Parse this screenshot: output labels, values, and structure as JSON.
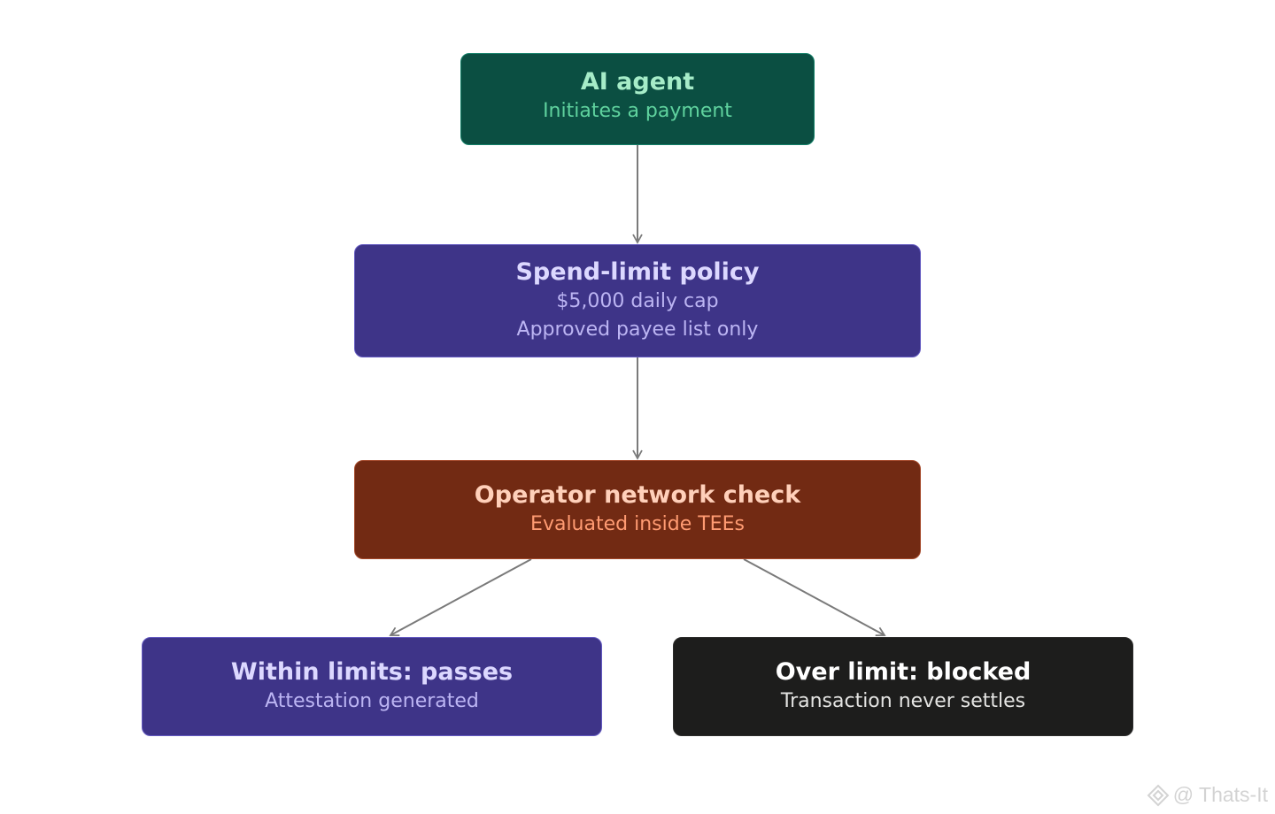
{
  "nodes": {
    "agent": {
      "title": "AI agent",
      "lines": [
        "Initiates a payment"
      ]
    },
    "policy": {
      "title": "Spend-limit policy",
      "lines": [
        "$5,000 daily cap",
        "Approved payee list only"
      ]
    },
    "check": {
      "title": "Operator network check",
      "lines": [
        "Evaluated inside TEEs"
      ]
    },
    "pass": {
      "title": "Within limits: passes",
      "lines": [
        "Attestation generated"
      ]
    },
    "block": {
      "title": "Over limit: blocked",
      "lines": [
        "Transaction never settles"
      ]
    }
  },
  "edges": [
    {
      "from": "agent",
      "to": "policy"
    },
    {
      "from": "policy",
      "to": "check"
    },
    {
      "from": "check",
      "to": "pass"
    },
    {
      "from": "check",
      "to": "block"
    }
  ],
  "colors": {
    "edge": "#7a7a7a",
    "agent_fill": "#0b4f42",
    "policy_fill": "#3e3488",
    "check_fill": "#722a13",
    "pass_fill": "#3e3488",
    "block_fill": "#1d1d1c"
  },
  "watermark": {
    "text": "@ Thats-It",
    "icon": "diamond-logo-icon"
  }
}
